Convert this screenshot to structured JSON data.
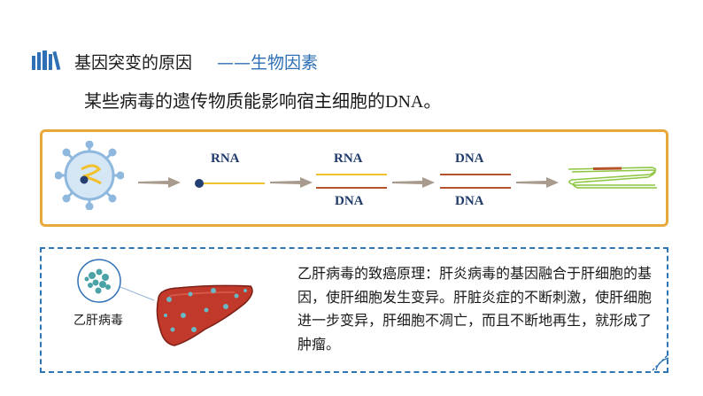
{
  "heading": {
    "title": "基因突变的原因",
    "subtitle": "——生物因素"
  },
  "intro": {
    "text_cn": "某些病毒的遗传物质能影响宿主细胞的",
    "text_latin": "DNA。"
  },
  "process": {
    "step1_label": "RNA",
    "step2_top": "RNA",
    "step2_bottom": "DNA",
    "step3_top": "DNA",
    "step3_bottom": "DNA"
  },
  "note": {
    "virus_label": "乙肝病毒",
    "text": "乙肝病毒的致癌原理：肝炎病毒的基因融合于肝细胞的基因，使肝细胞发生变异。肝脏炎症的不断刺激，使肝细胞进一步变异，肝细胞不凋亡，而且不断地再生，就形成了肿瘤。"
  },
  "colors": {
    "accent_blue": "#2e6fb5",
    "box_orange": "#e7a93a",
    "rna_yellow": "#f2c12e",
    "dna_brown": "#b5542a",
    "arrow_gray": "#a89a8c"
  }
}
